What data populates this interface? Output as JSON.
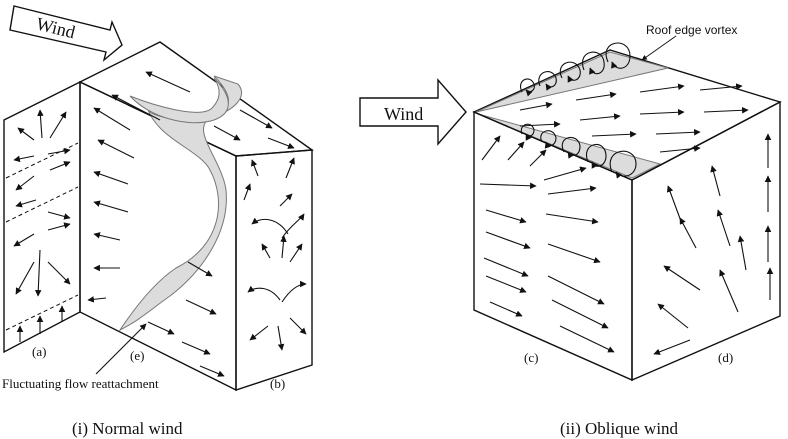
{
  "colors": {
    "line": "#111111",
    "shade": "#dcdcdc",
    "background": "#ffffff"
  },
  "left_panel": {
    "wind_label": "Wind",
    "face_a": "(a)",
    "face_e": "(e)",
    "face_b": "(b)",
    "annotation": "Fluctuating flow reattachment",
    "caption": "(i) Normal wind"
  },
  "right_panel": {
    "wind_label": "Wind",
    "annotation": "Roof edge vortex",
    "face_c": "(c)",
    "face_d": "(d)",
    "caption": "(ii) Oblique wind"
  }
}
